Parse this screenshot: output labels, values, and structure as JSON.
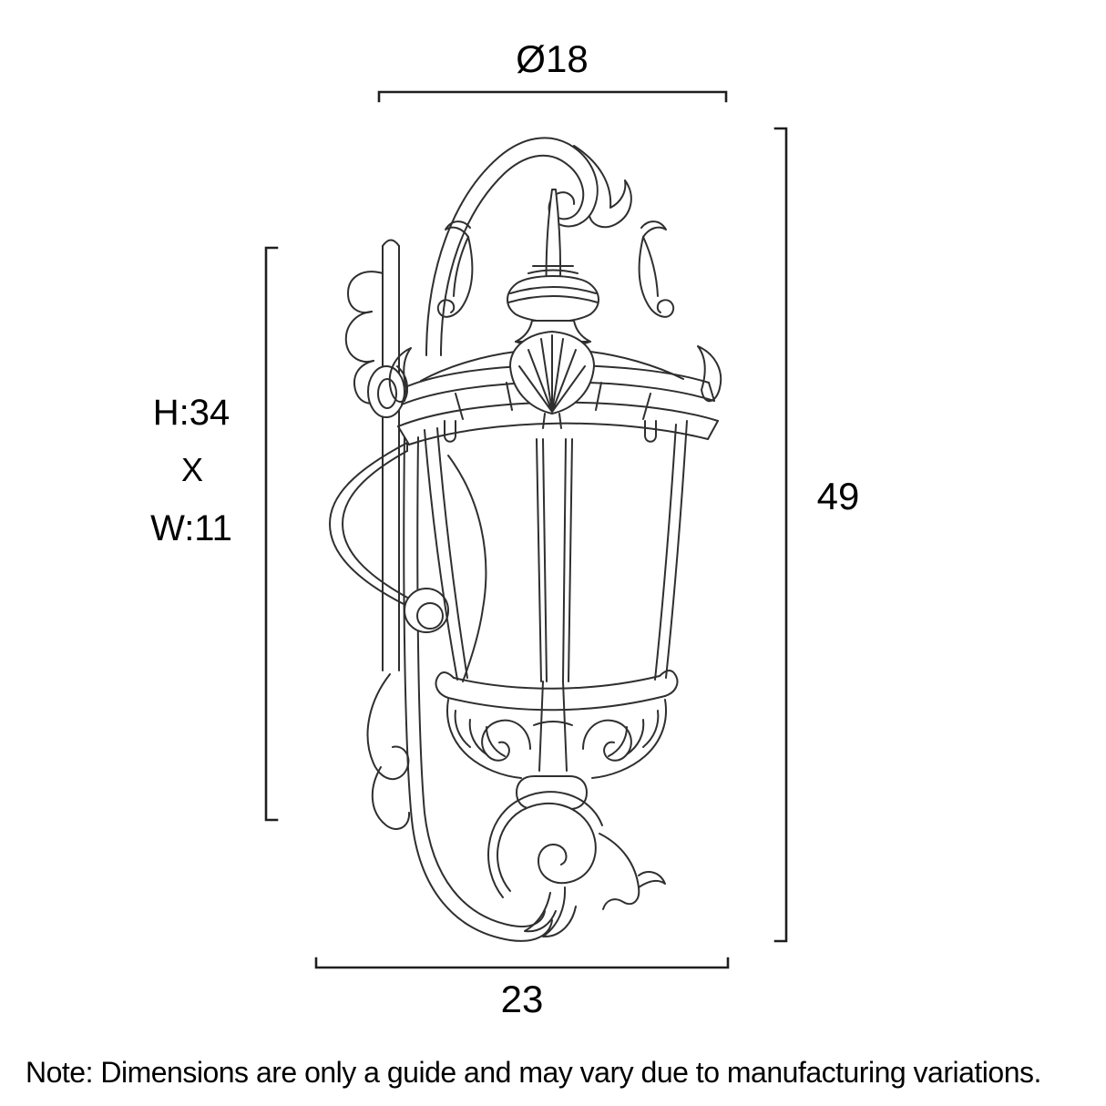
{
  "drawing": {
    "subject": "ornate outdoor wall lantern - technical line drawing"
  },
  "dimensions": {
    "top_diameter": "Ø18",
    "right_height": "49",
    "bottom_width": "23",
    "left_height": "H:34",
    "left_separator": "X",
    "left_width": "W:11"
  },
  "note": {
    "text": "Note: Dimensions are only a guide and may vary due to manufacturing variations."
  },
  "colors": {
    "line_art": "#2f2f2f",
    "dimension_line": "#1f1f1f",
    "label_text": "#000000",
    "background": "#ffffff"
  }
}
